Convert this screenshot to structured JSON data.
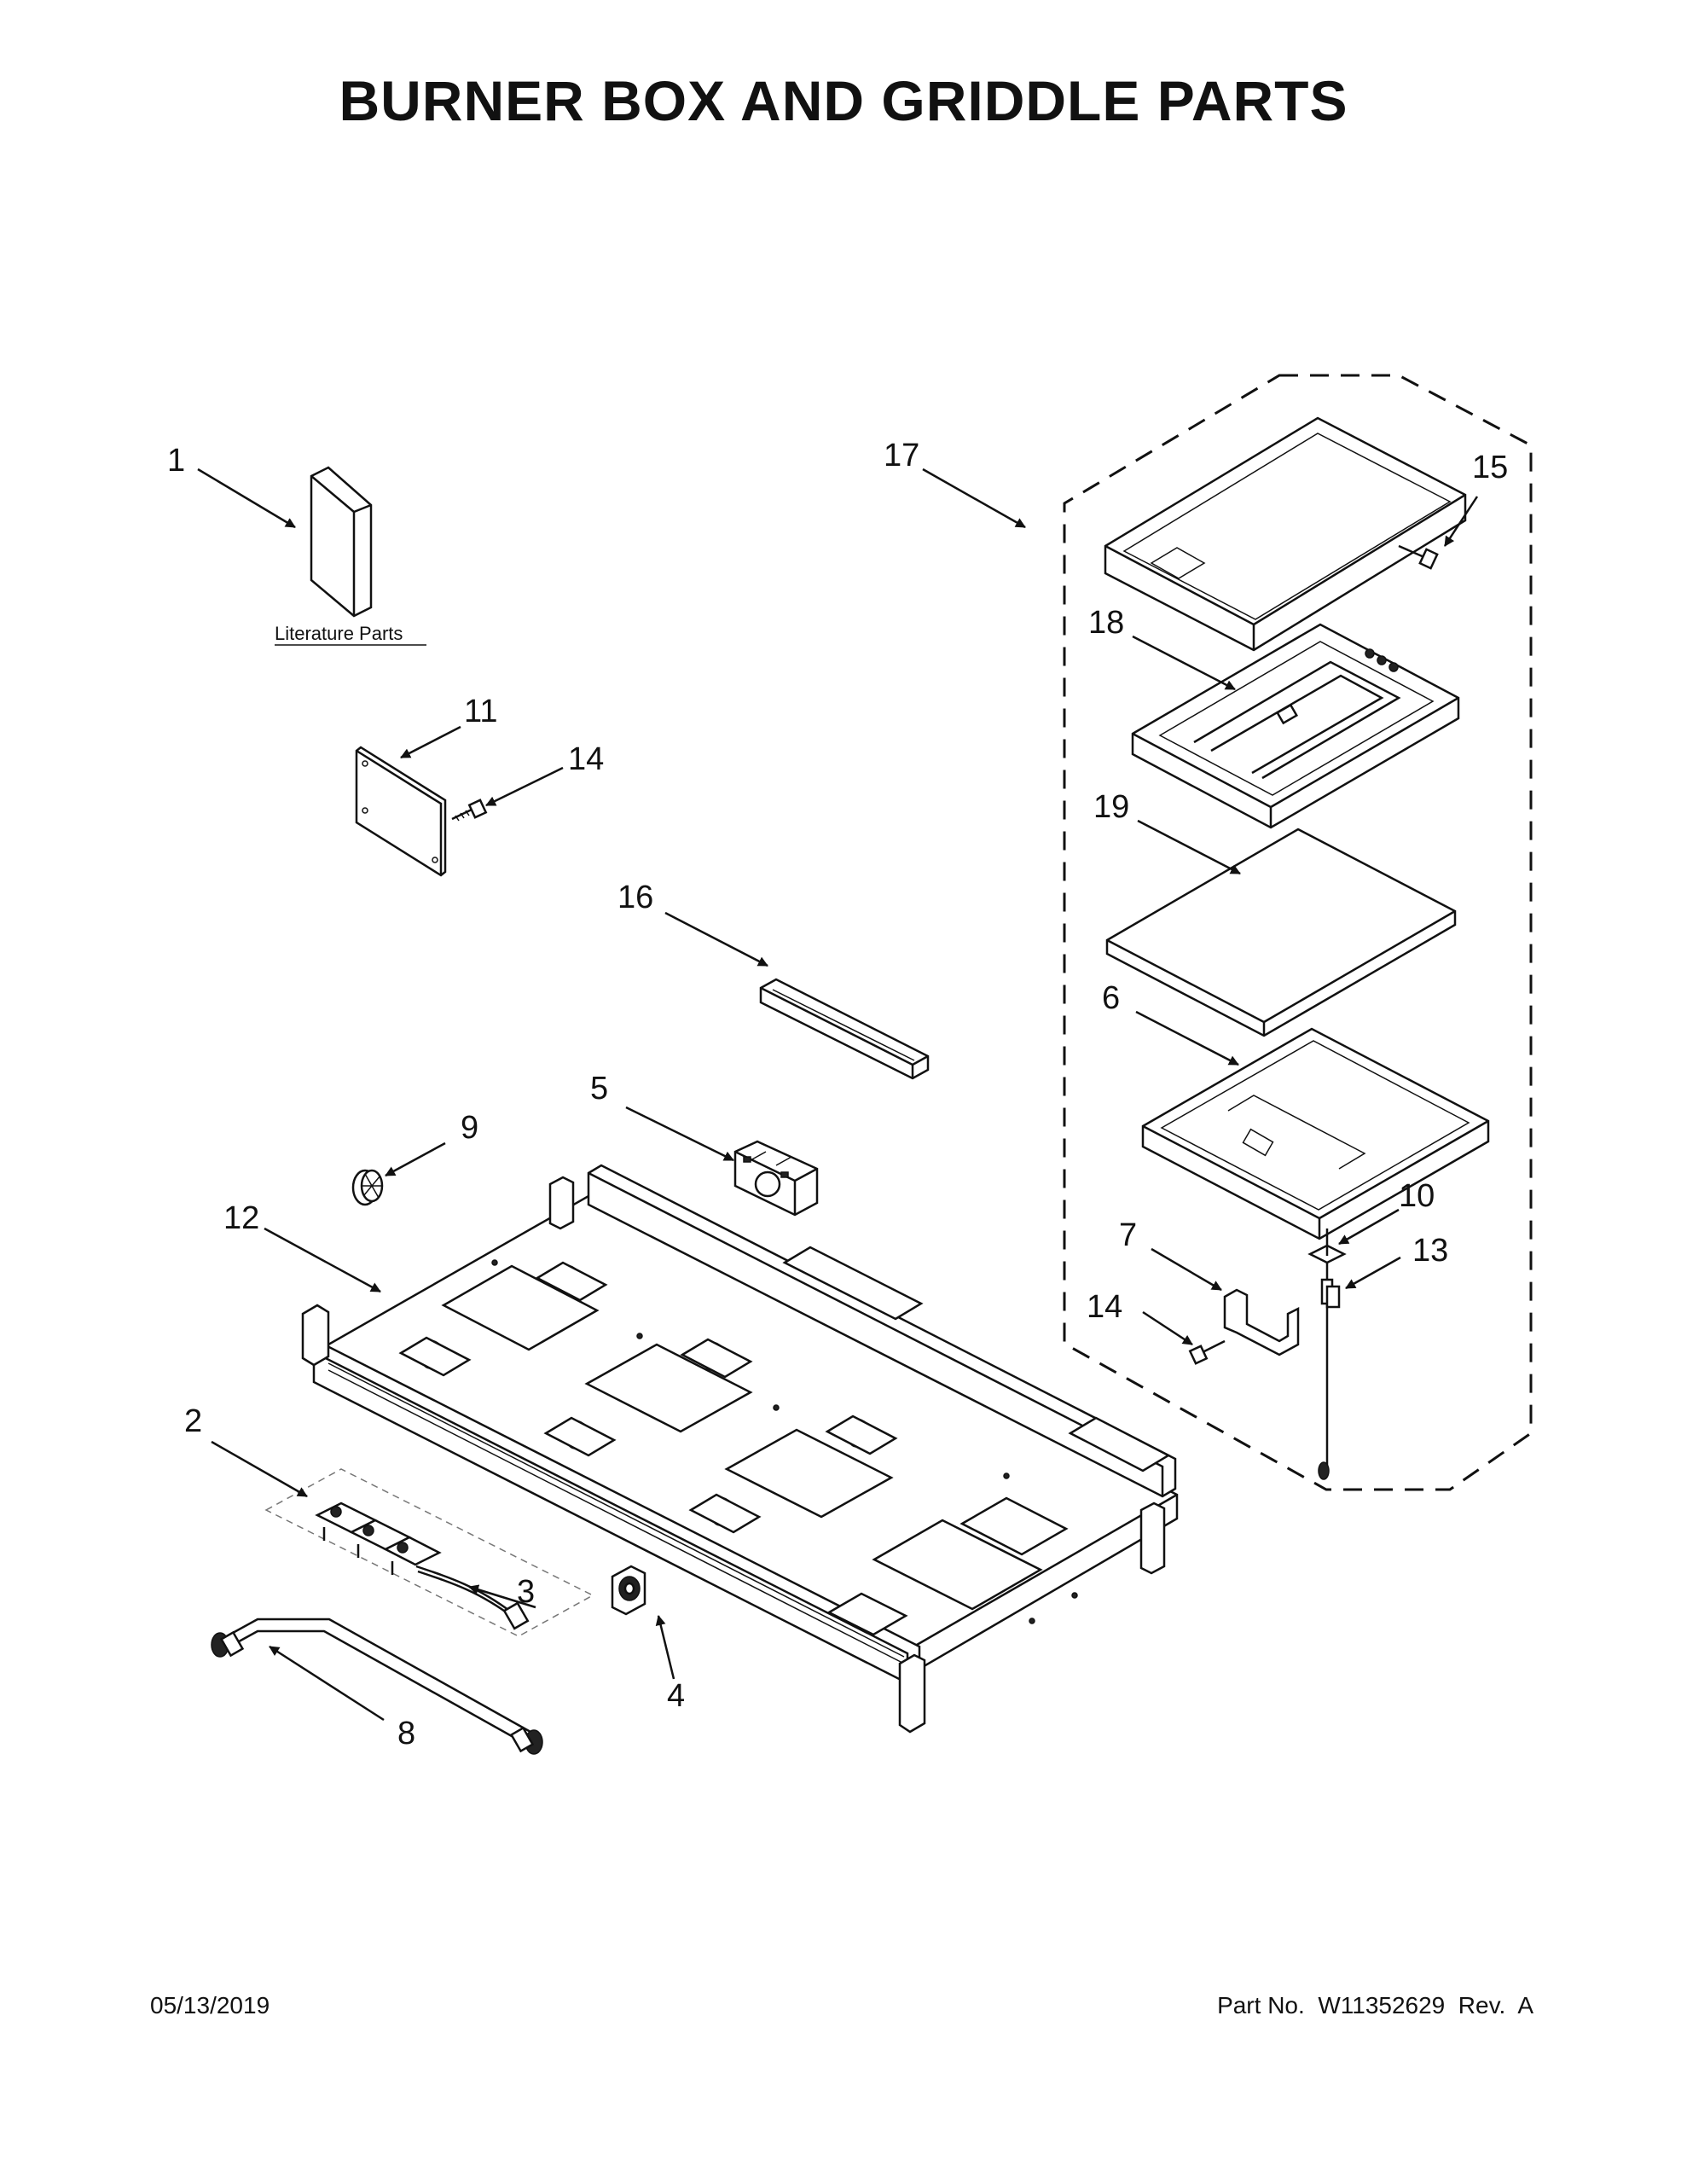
{
  "title": "BURNER BOX AND GRIDDLE PARTS",
  "footer": {
    "date": "05/13/2019",
    "part_number": "Part No.  W11352629  Rev.  A"
  },
  "literature_label": "Literature Parts",
  "callouts": {
    "c1": "1",
    "c2": "2",
    "c3": "3",
    "c4": "4",
    "c5": "5",
    "c6": "6",
    "c7": "7",
    "c8": "8",
    "c9": "9",
    "c10": "10",
    "c11": "11",
    "c12": "12",
    "c13": "13",
    "c14a": "14",
    "c14b": "14",
    "c15": "15",
    "c16": "16",
    "c17": "17",
    "c18": "18",
    "c19": "19"
  }
}
